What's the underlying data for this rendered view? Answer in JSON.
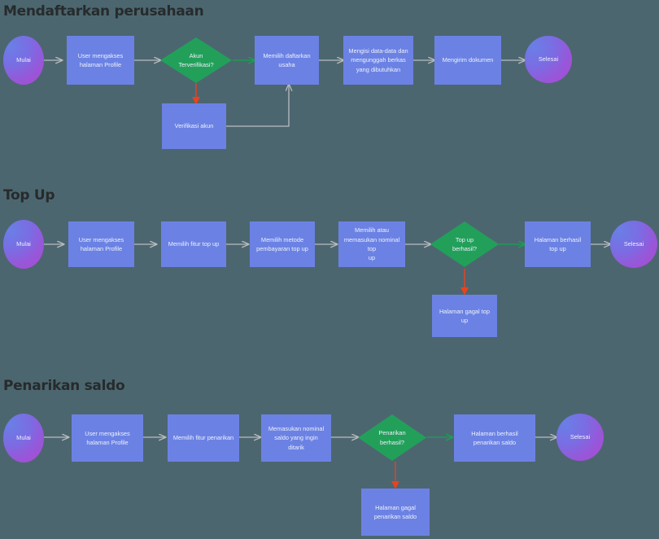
{
  "diagram": {
    "background_color": "#4c6670",
    "node_fill_process": "#6b82e4",
    "node_fill_decision": "#22a05a",
    "edge_color_default": "#b9bcbd",
    "edge_color_yes": "#17a44f",
    "edge_color_no": "#e8431f",
    "title_color": "#262b2b",
    "node_text_color": "#eef1fb"
  },
  "sections": [
    {
      "id": "mendaftarkan-perusahaan",
      "title": "Mendaftarkan perusahaan",
      "nodes": [
        {
          "id": "s1-mulai",
          "type": "terminator",
          "label": "Mulai"
        },
        {
          "id": "s1-profile",
          "type": "process",
          "label": "User mengakses\nhalaman Profile"
        },
        {
          "id": "s1-verif",
          "type": "decision",
          "label": "Akun\nTerverifikasi?"
        },
        {
          "id": "s1-daftar",
          "type": "process",
          "label": "Memilih daftarkan usaha"
        },
        {
          "id": "s1-isi-data",
          "type": "process",
          "label": "Mengisi data-data dan\nmengunggah berkas\nyang dibutuhkan"
        },
        {
          "id": "s1-kirim",
          "type": "process",
          "label": "Mengirim dokumen"
        },
        {
          "id": "s1-selesai",
          "type": "terminator",
          "label": "Selesai"
        },
        {
          "id": "s1-verifikasi",
          "type": "process",
          "label": "Verifikasi akun"
        }
      ]
    },
    {
      "id": "top-up",
      "title": "Top Up",
      "nodes": [
        {
          "id": "s2-mulai",
          "type": "terminator",
          "label": "Mulai"
        },
        {
          "id": "s2-profile",
          "type": "process",
          "label": "User mengakses\nhalaman Profile"
        },
        {
          "id": "s2-fitur",
          "type": "process",
          "label": "Memilih fitur top up"
        },
        {
          "id": "s2-metode",
          "type": "process",
          "label": "Memilih metode\npembayaran top up"
        },
        {
          "id": "s2-nominal",
          "type": "process",
          "label": "Memilih atau\nmemasukan nominal top\nup"
        },
        {
          "id": "s2-berhasil",
          "type": "decision",
          "label": "Top up\nberhasil?"
        },
        {
          "id": "s2-ok",
          "type": "process",
          "label": "Halaman berhasil top up"
        },
        {
          "id": "s2-selesai",
          "type": "terminator",
          "label": "Selesai"
        },
        {
          "id": "s2-gagal",
          "type": "process",
          "label": "Halaman gagal top up"
        }
      ]
    },
    {
      "id": "penarikan-saldo",
      "title": "Penarikan saldo",
      "nodes": [
        {
          "id": "s3-mulai",
          "type": "terminator",
          "label": "Mulai"
        },
        {
          "id": "s3-profile",
          "type": "process",
          "label": "User mengakses\nhalaman Profile"
        },
        {
          "id": "s3-fitur",
          "type": "process",
          "label": "Memilih fitur penarikan"
        },
        {
          "id": "s3-nominal",
          "type": "process",
          "label": "Memasukan nominal\nsaldo yang ingin ditarik"
        },
        {
          "id": "s3-berhasil",
          "type": "decision",
          "label": "Penarikan\nberhasil?"
        },
        {
          "id": "s3-ok",
          "type": "process",
          "label": "Halaman berhasil\npenarikan saldo"
        },
        {
          "id": "s3-selesai",
          "type": "terminator",
          "label": "Selesai"
        },
        {
          "id": "s3-gagal",
          "type": "process",
          "label": "Halaman gagal\npenarikan saldo"
        }
      ]
    }
  ]
}
